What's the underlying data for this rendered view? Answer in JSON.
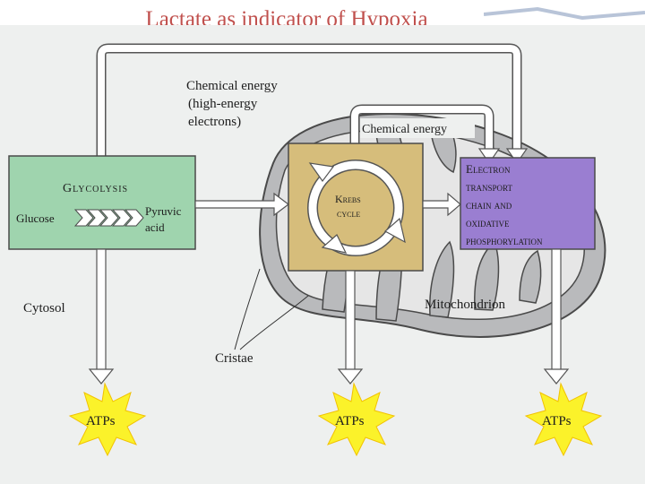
{
  "slide": {
    "title": "Lactate as indicator of Hypoxia"
  },
  "diagram": {
    "top_arrow_label": [
      "Chemical energy",
      "(high-energy",
      "electrons)"
    ],
    "inner_arrow_label": "Chemical energy",
    "glycolysis": {
      "title": "Glycolysis",
      "input": "Glucose",
      "output": [
        "Pyruvic",
        "acid"
      ]
    },
    "krebs": {
      "line1": "Krebs",
      "line2": "cycle"
    },
    "etc": [
      "Electron",
      "transport",
      "chain and",
      "oxidative",
      "phosphorylation"
    ],
    "cytosol": "Cytosol",
    "mitochondrion": "Mitochondrion",
    "cristae": "Cristae",
    "atp_labels": [
      "ATPs",
      "ATPs",
      "ATPs"
    ]
  },
  "colors": {
    "title": "#c0504d",
    "glycolysis_box": "#9fd4ae",
    "krebs_box": "#d6bd7b",
    "etc_box": "#9a7ed1",
    "atp_burst": "#fbf22a",
    "mitochondrion_fill": "#b9babc"
  }
}
